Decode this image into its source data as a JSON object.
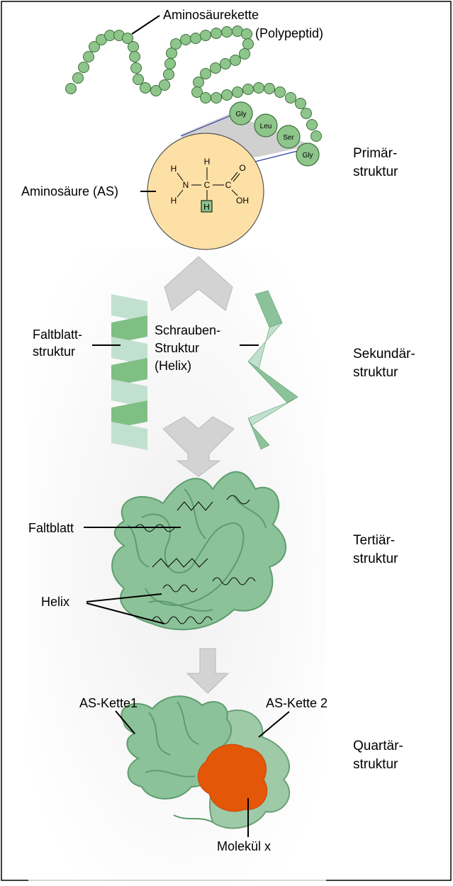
{
  "primary": {
    "chain_label_line1": "Aminosäurekette",
    "chain_label_line2": "(Polypeptid)",
    "amino_acid_label": "Aminosäure (AS)",
    "residues": [
      "Gly",
      "Leu",
      "Ser",
      "Gly"
    ],
    "structure_label_line1": "Primär-",
    "structure_label_line2": "struktur",
    "formula": {
      "h_top": "H",
      "h_left_top": "H",
      "h_left_bottom": "H",
      "n": "N",
      "c_alpha": "C",
      "c_carboxyl": "C",
      "o_double": "O",
      "oh": "OH",
      "h_boxed": "H"
    }
  },
  "secondary": {
    "sheet_label_line1": "Faltblatt-",
    "sheet_label_line2": "struktur",
    "helix_label_line1": "Schrauben-",
    "helix_label_line2": "Struktur",
    "helix_label_line3": "(Helix)",
    "structure_label_line1": "Sekundär-",
    "structure_label_line2": "struktur"
  },
  "tertiary": {
    "sheet_label": "Faltblatt",
    "helix_label": "Helix",
    "structure_label_line1": "Tertiär-",
    "structure_label_line2": "struktur"
  },
  "quaternary": {
    "chain1_label": "AS-Kette1",
    "chain2_label": "AS-Kette 2",
    "molecule_label": "Molekül x",
    "structure_label_line1": "Quartär-",
    "structure_label_line2": "struktur"
  },
  "colors": {
    "bead": "#8dc58b",
    "ribbon": "#8cc29a",
    "ribbon_dark": "#5d9d6c",
    "sheet_dark": "#7fbf84",
    "sheet_light": "#c2e0cf",
    "amino_circle": "#fde0a6",
    "arrow": "#d3d3d3",
    "molecule": "#e45608",
    "background_band": "#f2f2f2"
  }
}
